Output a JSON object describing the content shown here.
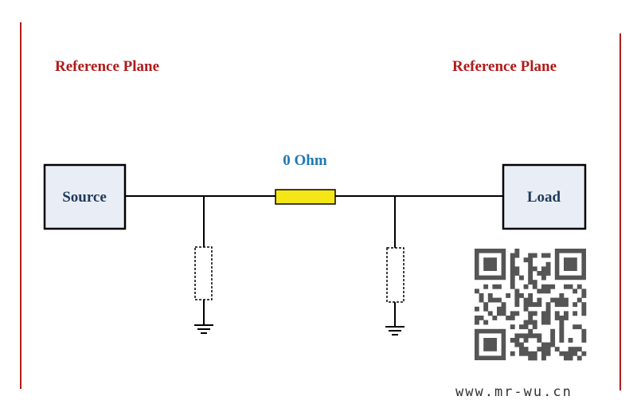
{
  "reference_plane_left": "Reference Plane",
  "reference_plane_right": "Reference Plane",
  "resistor_label": "0 Ohm",
  "source_label": "Source",
  "load_label": "Load",
  "watermark_url": "www.mr-wu.cn",
  "colors": {
    "reference_plane": "#b01b1b",
    "resistor_fill": "#f5e617",
    "resistor_label": "#1f78b4",
    "box_fill": "#e9eef6",
    "wire": "#000000"
  }
}
